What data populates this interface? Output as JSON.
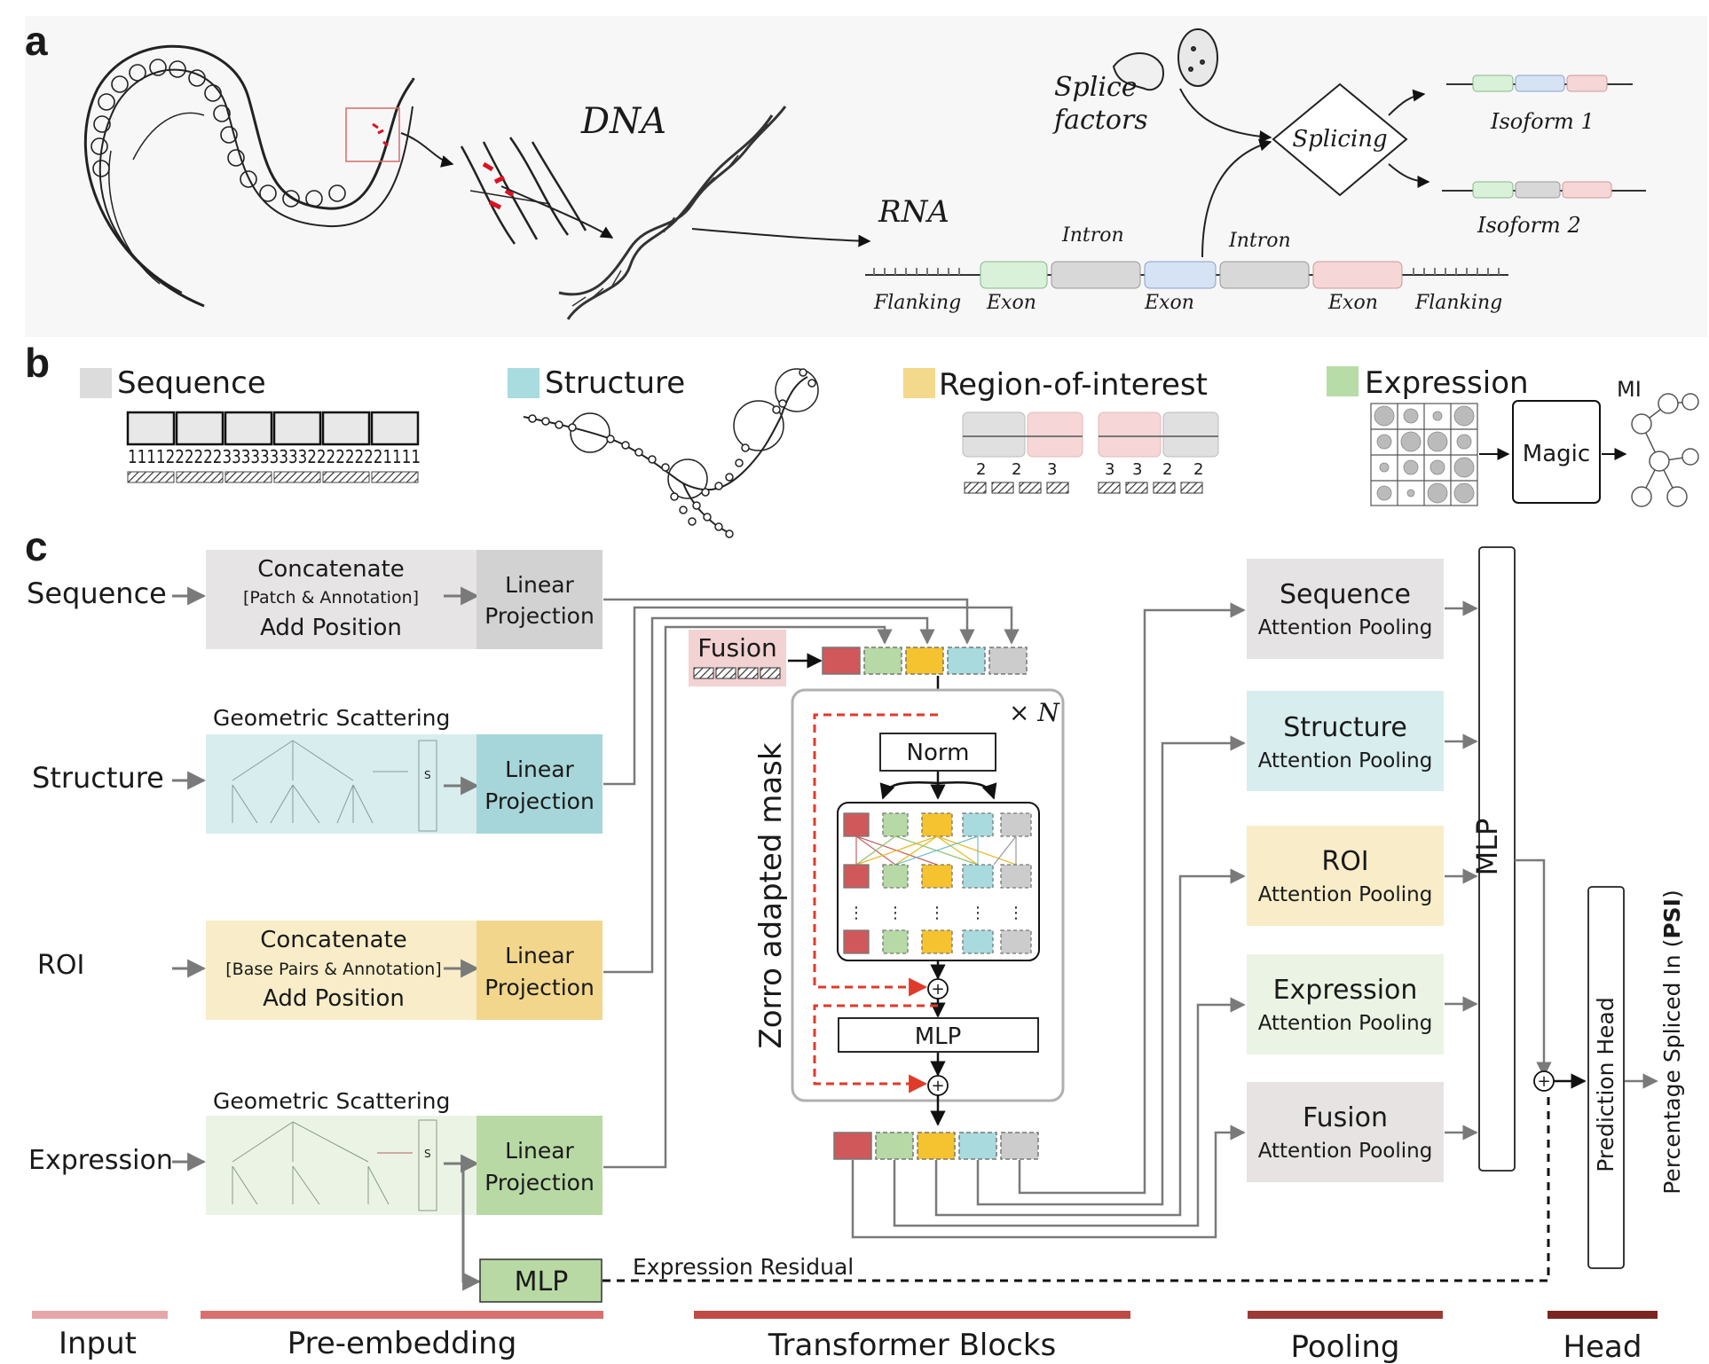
{
  "panels": {
    "a": {
      "letter": "a",
      "labels": {
        "dna": "DNA",
        "rna": "RNA",
        "splice_factors_1": "Splice",
        "splice_factors_2": "factors",
        "splicing": "Splicing",
        "isoform1": "Isoform 1",
        "isoform2": "Isoform 2",
        "intron1": "Intron",
        "intron2": "Intron",
        "flanking_left": "Flanking",
        "exon1": "Exon",
        "exon2": "Exon",
        "exon3": "Exon",
        "flanking_right": "Flanking"
      }
    },
    "b": {
      "letter": "b",
      "sequence_title": "Sequence",
      "sequence_digits": "1111222222333333333222222221111",
      "structure_title": "Structure",
      "roi_title": "Region-of-interest",
      "roi_numbers_left": [
        "2",
        "2",
        "3"
      ],
      "roi_numbers_right": [
        "3",
        "3",
        "2",
        "2"
      ],
      "expression_title": "Expression",
      "magic_label": "Magic",
      "mi_label": "MI"
    },
    "c": {
      "letter": "c",
      "inputs": {
        "sequence": "Sequence",
        "structure": "Structure",
        "roi": "ROI",
        "expression": "Expression"
      },
      "pre": {
        "seq_line1": "Concatenate",
        "seq_line2": "[Patch & Annotation]",
        "seq_line3": "Add Position",
        "geo_scatter_1": "Geometric Scattering",
        "roi_line1": "Concatenate",
        "roi_line2": "[Base Pairs & Annotation]",
        "roi_line3": "Add Position",
        "geo_scatter_2": "Geometric Scattering",
        "linear_1": "Linear",
        "projection": "Projection",
        "mlp": "MLP",
        "s_label": "S"
      },
      "transformer": {
        "fusion": "Fusion",
        "times_n": "× N",
        "norm": "Norm",
        "mlp": "MLP",
        "dots": "⋮",
        "zorro": "Zorro adapted mask"
      },
      "pooling": [
        {
          "title": "Sequence",
          "sub": "Attention Pooling"
        },
        {
          "title": "Structure",
          "sub": "Attention Pooling"
        },
        {
          "title": "ROI",
          "sub": "Attention Pooling"
        },
        {
          "title": "Expression",
          "sub": "Attention Pooling"
        },
        {
          "title": "Fusion",
          "sub": "Attention Pooling"
        }
      ],
      "head": {
        "mlp": "MLP",
        "prediction_head": "Prediction Head",
        "psi_text": "Percentage Spliced In (",
        "psi_bold": "PSI",
        "psi_close": ")",
        "expression_residual": "Expression Residual"
      },
      "stages": [
        "Input",
        "Pre-embedding",
        "Transformer Blocks",
        "Pooling",
        "Head"
      ]
    }
  },
  "colors": {
    "sequence": "#dcdcdc",
    "structure": "#a9dcdf",
    "roi": "#f3d98b",
    "expression": "#b8dca7",
    "fusion": "#f0cfcf",
    "token_red": "#d0585b",
    "token_green": "#b6d9a6",
    "token_yellow": "#f5c330",
    "token_cyan": "#a9dade",
    "token_gray": "#cccccc",
    "stage_input": "#e6a5a8",
    "stage_pre": "#d9706e",
    "stage_trans": "#c04a45",
    "stage_pool": "#9c3a35",
    "stage_head": "#7a2520",
    "mask_red": "#e03a2a"
  }
}
